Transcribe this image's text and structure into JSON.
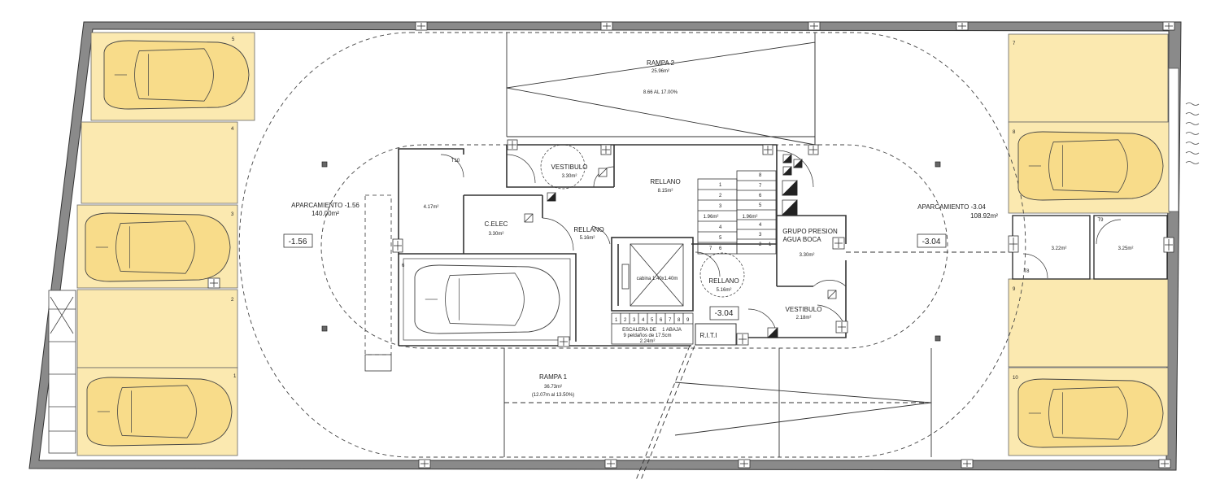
{
  "spaces": {
    "parking_left": {
      "name": "APARCAMIENTO -1.56",
      "area": "140.00m²",
      "level": "-1.56"
    },
    "parking_right": {
      "name": "APARCAMIENTO -3.04",
      "area": "108.92m²",
      "level": "-3.04"
    },
    "rampa2": {
      "name": "RAMPA 2",
      "area": "25.96m²",
      "slope": "8.66 AL 17.00%"
    },
    "rampa1": {
      "name": "RAMPA 1",
      "area": "36.73m²",
      "slope": "(12.07m al 13.50%)"
    },
    "vestibulo_top": {
      "name": "VESTIBULO",
      "area": "3.30m²"
    },
    "rellano_top": {
      "name": "RELLANO",
      "area": "8.15m²"
    },
    "store": {
      "area": "4.17m²",
      "door_tag": "T10"
    },
    "celec": {
      "name": "C.ELEC",
      "area": "3.30m²"
    },
    "rellano_mid": {
      "name": "RELLANO",
      "area": "5.16m²"
    },
    "stair_a": {
      "area": "1.96m²"
    },
    "stair_b": {
      "area": "1.96m²"
    },
    "grupo": {
      "line1": "GRUPO PRESION",
      "line2": "AGUA BOCA",
      "area": "3.30m²"
    },
    "rellano_low": {
      "name": "RELLANO",
      "area": "5.16m²"
    },
    "vestibulo_low": {
      "name": "VESTIBULO",
      "area": "2.18m²"
    },
    "level_mid": "-3.04",
    "cabina": "cabina 1.40x1.40m",
    "escalera": {
      "line1": "ESCALERA DE",
      "line2": "1 ABAJA",
      "line3": "9 peldaños de 17.5cm",
      "area": "2.24m²"
    },
    "riti": "R.I.T.I",
    "room_r1": {
      "area": "3.22m²",
      "door_tag": "T8"
    },
    "room_r2": {
      "area": "3.25m²",
      "door_tag": "T9"
    }
  },
  "spots": [
    "1",
    "2",
    "3",
    "4",
    "5",
    "6",
    "7",
    "8",
    "9",
    "10"
  ],
  "stairs": {
    "left_steps": [
      "1",
      "2",
      "3",
      "4",
      "5",
      "6",
      "7"
    ],
    "right_steps": [
      "8",
      "7",
      "6",
      "5",
      "4",
      "3",
      "2",
      "1"
    ],
    "bottom_steps": [
      "1",
      "2",
      "3",
      "4",
      "5",
      "6",
      "7",
      "8",
      "9"
    ]
  },
  "colors": {
    "wall": "#7a7a7a",
    "line": "#333333",
    "parking_fill": "#fbe9b0",
    "car_fill": "#f8dc8a",
    "car_white": "#ffffff"
  }
}
